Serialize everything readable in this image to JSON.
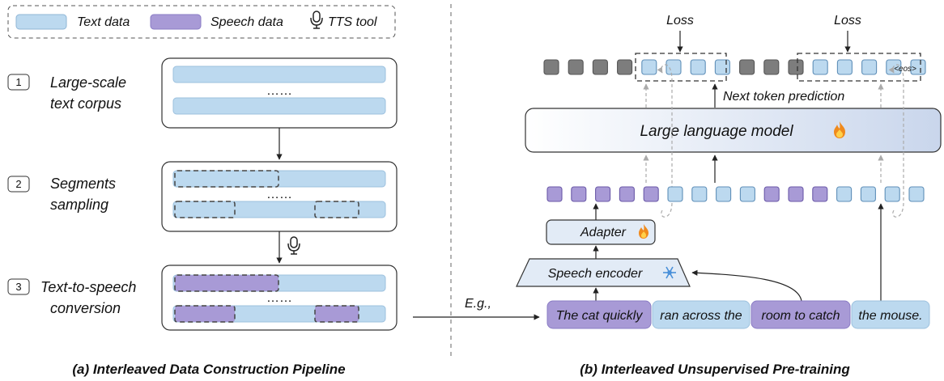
{
  "legend": {
    "text_data": "Text data",
    "speech_data": "Speech data",
    "tts_tool": "TTS tool"
  },
  "colors": {
    "text": "#bcd9ef",
    "speech": "#a89ad6",
    "gray_token": "#7d7d7d",
    "llm_fill_start": "#ffffff",
    "llm_fill_end": "#cdd9ee"
  },
  "pipeline": {
    "steps": [
      {
        "num": "1",
        "line1": "Large-scale",
        "line2": "text corpus"
      },
      {
        "num": "2",
        "line1": "Segments",
        "line2": "sampling"
      },
      {
        "num": "3",
        "line1": "Text-to-speech",
        "line2": "conversion"
      }
    ],
    "ellipsis": "……",
    "caption": "(a) Interleaved Data Construction Pipeline"
  },
  "pretraining": {
    "loss_label": "Loss",
    "eos_label": "<eos>",
    "next_token": "Next token prediction",
    "llm": "Large language model",
    "adapter": "Adapter",
    "speech_encoder": "Speech encoder",
    "eg": "E.g.,",
    "sentence": [
      {
        "text": "The cat quickly",
        "kind": "speech"
      },
      {
        "text": "ran across the",
        "kind": "text"
      },
      {
        "text": "room to catch",
        "kind": "speech"
      },
      {
        "text": "the mouse.",
        "kind": "text"
      }
    ],
    "caption": "(b) Interleaved Unsupervised Pre-training",
    "top_tokens": [
      "g",
      "g",
      "g",
      "g",
      "t",
      "t",
      "t",
      "t",
      "g",
      "g",
      "g",
      "t",
      "t",
      "t",
      "t",
      "t"
    ],
    "bottom_tokens": [
      "s",
      "s",
      "s",
      "s",
      "s",
      "t",
      "t",
      "t",
      "t",
      "s",
      "s",
      "s",
      "t",
      "t",
      "t",
      "t"
    ]
  }
}
